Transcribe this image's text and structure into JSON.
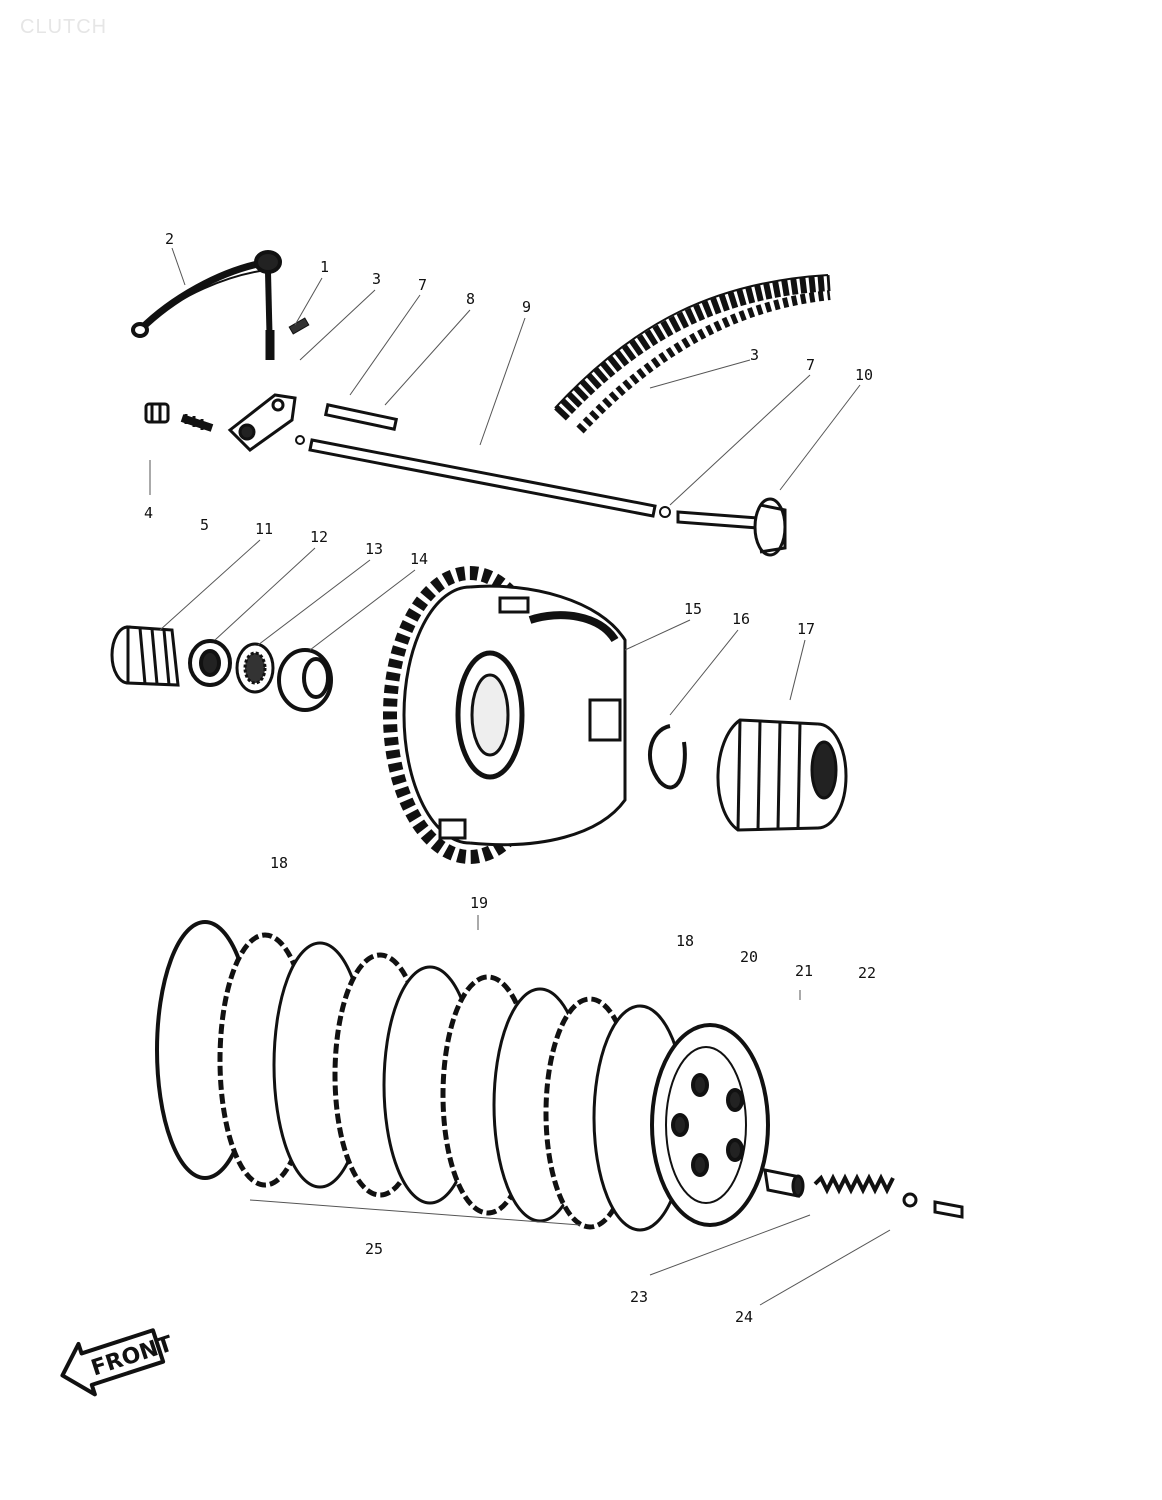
{
  "page": {
    "title": "CLUTCH",
    "front_label": "FRONT"
  },
  "callouts": {
    "c1": "1",
    "c2": "2",
    "c3a": "3",
    "c3b": "3",
    "c4": "4",
    "c5": "5",
    "c7a": "7",
    "c7b": "7",
    "c8": "8",
    "c9": "9",
    "c10": "10",
    "c11": "11",
    "c12": "12",
    "c13": "13",
    "c14": "14",
    "c15": "15",
    "c16": "16",
    "c17": "17",
    "c18a": "18",
    "c18b": "18",
    "c19": "19",
    "c20": "20",
    "c21": "21",
    "c22": "22",
    "c23": "23",
    "c24": "24",
    "c25": "25"
  }
}
